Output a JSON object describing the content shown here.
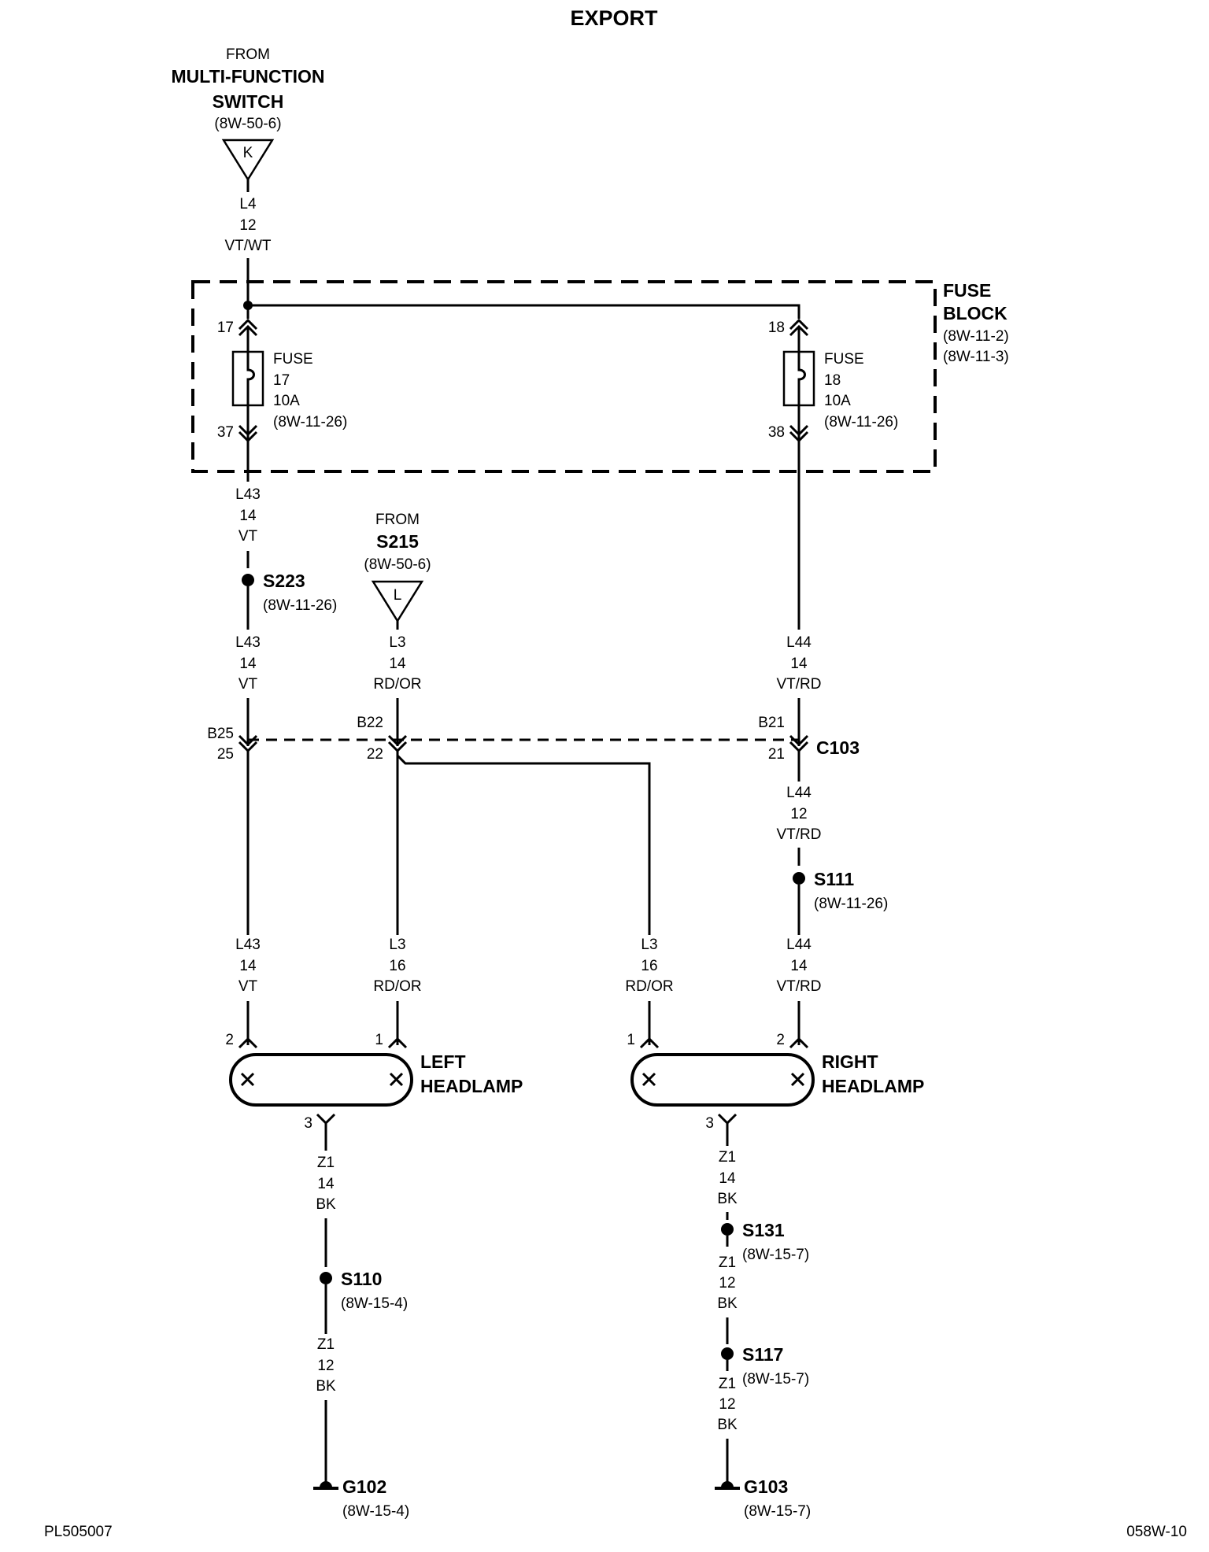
{
  "title": "EXPORT",
  "footer": {
    "left": "PL505007",
    "right": "058W-10"
  },
  "from_mfs": {
    "from": "FROM",
    "name_line1": "MULTI-FUNCTION",
    "name_line2": "SWITCH",
    "ref": "(8W-50-6)",
    "tag": "K"
  },
  "from_s215": {
    "from": "FROM",
    "name": "S215",
    "ref": "(8W-50-6)",
    "tag": "L"
  },
  "fuse_block": {
    "name_line1": "FUSE",
    "name_line2": "BLOCK",
    "ref1": "(8W-11-2)",
    "ref2": "(8W-11-3)"
  },
  "fuses": [
    {
      "pin_in": "17",
      "pin_out": "37",
      "label": "FUSE",
      "number": "17",
      "rating": "10A",
      "ref": "(8W-11-26)"
    },
    {
      "pin_in": "18",
      "pin_out": "38",
      "label": "FUSE",
      "number": "18",
      "rating": "10A",
      "ref": "(8W-11-26)"
    }
  ],
  "wires": {
    "l4": {
      "circuit": "L4",
      "gauge": "12",
      "color": "VT/WT"
    },
    "l43_a": {
      "circuit": "L43",
      "gauge": "14",
      "color": "VT"
    },
    "l43_b": {
      "circuit": "L43",
      "gauge": "14",
      "color": "VT"
    },
    "l43_c": {
      "circuit": "L43",
      "gauge": "14",
      "color": "VT"
    },
    "l3_a": {
      "circuit": "L3",
      "gauge": "14",
      "color": "RD/OR"
    },
    "l3_b": {
      "circuit": "L3",
      "gauge": "16",
      "color": "RD/OR"
    },
    "l3_c": {
      "circuit": "L3",
      "gauge": "16",
      "color": "RD/OR"
    },
    "l44_a": {
      "circuit": "L44",
      "gauge": "14",
      "color": "VT/RD"
    },
    "l44_b": {
      "circuit": "L44",
      "gauge": "12",
      "color": "VT/RD"
    },
    "l44_c": {
      "circuit": "L44",
      "gauge": "14",
      "color": "VT/RD"
    },
    "z1_l1": {
      "circuit": "Z1",
      "gauge": "14",
      "color": "BK"
    },
    "z1_l2": {
      "circuit": "Z1",
      "gauge": "12",
      "color": "BK"
    },
    "z1_r1": {
      "circuit": "Z1",
      "gauge": "14",
      "color": "BK"
    },
    "z1_r2": {
      "circuit": "Z1",
      "gauge": "12",
      "color": "BK"
    },
    "z1_r3": {
      "circuit": "Z1",
      "gauge": "12",
      "color": "BK"
    }
  },
  "splices": {
    "s223": {
      "name": "S223",
      "ref": "(8W-11-26)"
    },
    "s111": {
      "name": "S111",
      "ref": "(8W-11-26)"
    },
    "s110": {
      "name": "S110",
      "ref": "(8W-15-4)"
    },
    "s131": {
      "name": "S131",
      "ref": "(8W-15-7)"
    },
    "s117": {
      "name": "S117",
      "ref": "(8W-15-7)"
    }
  },
  "connector_c103": {
    "name": "C103",
    "pins": [
      {
        "top": "B25",
        "bottom": "25"
      },
      {
        "top": "B22",
        "bottom": "22"
      },
      {
        "top": "B21",
        "bottom": "21"
      }
    ]
  },
  "left_headlamp": {
    "name_line1": "LEFT",
    "name_line2": "HEADLAMP",
    "pin_a": "2",
    "pin_b": "1",
    "pin_gnd": "3"
  },
  "right_headlamp": {
    "name_line1": "RIGHT",
    "name_line2": "HEADLAMP",
    "pin_a": "1",
    "pin_b": "2",
    "pin_gnd": "3"
  },
  "grounds": {
    "g102": {
      "name": "G102",
      "ref": "(8W-15-4)"
    },
    "g103": {
      "name": "G103",
      "ref": "(8W-15-7)"
    }
  }
}
